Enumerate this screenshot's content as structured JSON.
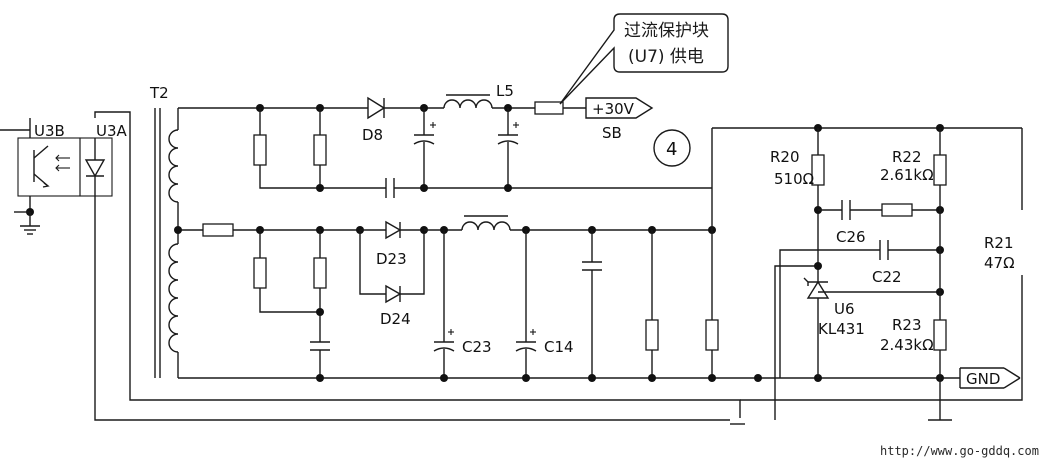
{
  "callout": {
    "line1": "过流保护块",
    "line2": "(U7) 供电"
  },
  "labels": {
    "u3b": "U3B",
    "u3a": "U3A",
    "t2": "T2",
    "l5": "L5",
    "d8": "D8",
    "d23": "D23",
    "d24": "D24",
    "c23": "C23",
    "c14": "C14",
    "c26": "C26",
    "c22": "C22",
    "r20": "R20",
    "r20_val": "510Ω",
    "r22": "R22",
    "r22_val": "2.61kΩ",
    "r21": "R21",
    "r21_val": "47Ω",
    "r23": "R23",
    "r23_val": "2.43kΩ",
    "u6": "U6",
    "u6_part": "KL431",
    "plus30v": "+30V",
    "sb": "SB",
    "gnd": "GND",
    "circle_num": "4"
  },
  "watermark": "http://www.go-gddq.com"
}
